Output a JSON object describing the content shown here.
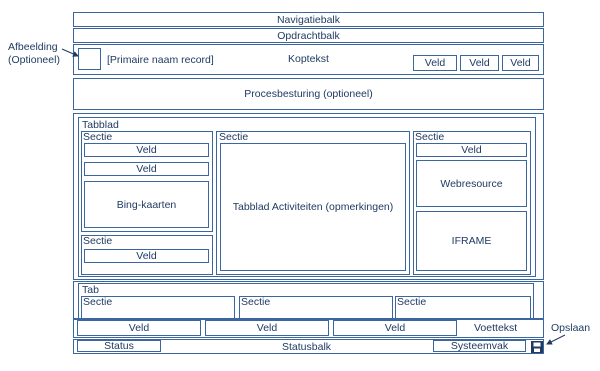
{
  "labels": {
    "navbar": "Navigatiebalk",
    "commandbar": "Opdrachtbalk",
    "header_text": "Koptekst",
    "primary_name": "[Primaire naam record]",
    "image_label_line1": "Afbeelding",
    "image_label_line2": "(Optioneel)",
    "field": "Veld",
    "process_control": "Procesbesturing (optioneel)",
    "tab_main": "Tabblad",
    "section": "Sectie",
    "bing_maps": "Bing-kaarten",
    "activities_tab": "Tabblad Activiteiten (opmerkingen)",
    "webresource": "Webresource",
    "iframe": "IFRAME",
    "tab_second": "Tab",
    "footer_text": "Voettekst",
    "save_label": "Opslaan",
    "status": "Status",
    "statusbar": "Statusbalk",
    "system_field": "Systeemvak"
  },
  "colors": {
    "stroke": "#3b669e",
    "text": "#1f3b63"
  },
  "icons": {
    "save": "floppy-disk-icon"
  }
}
